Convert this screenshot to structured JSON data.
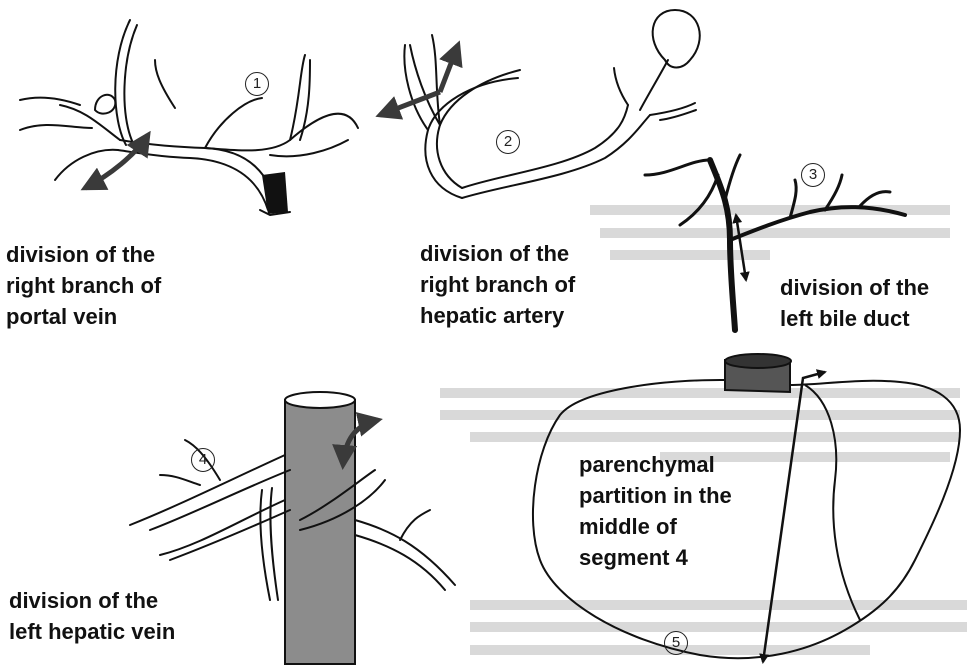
{
  "markers": [
    "1",
    "2",
    "3",
    "4",
    "5"
  ],
  "captions": {
    "portal_vein": [
      "division of the",
      "right branch of",
      "portal vein"
    ],
    "hepatic_artery": [
      "division of the",
      "right branch of",
      "hepatic artery"
    ],
    "bile_duct": [
      "division of the",
      "left bile duct"
    ],
    "hepatic_vein": [
      "division of the",
      "left hepatic vein"
    ],
    "parenchyma": [
      "parenchymal",
      "partition in the",
      "middle of",
      "segment 4"
    ]
  },
  "colors": {
    "ink": "#111111",
    "arrow": "#3a3a3a",
    "vein_fill": "#8c8c8c"
  }
}
